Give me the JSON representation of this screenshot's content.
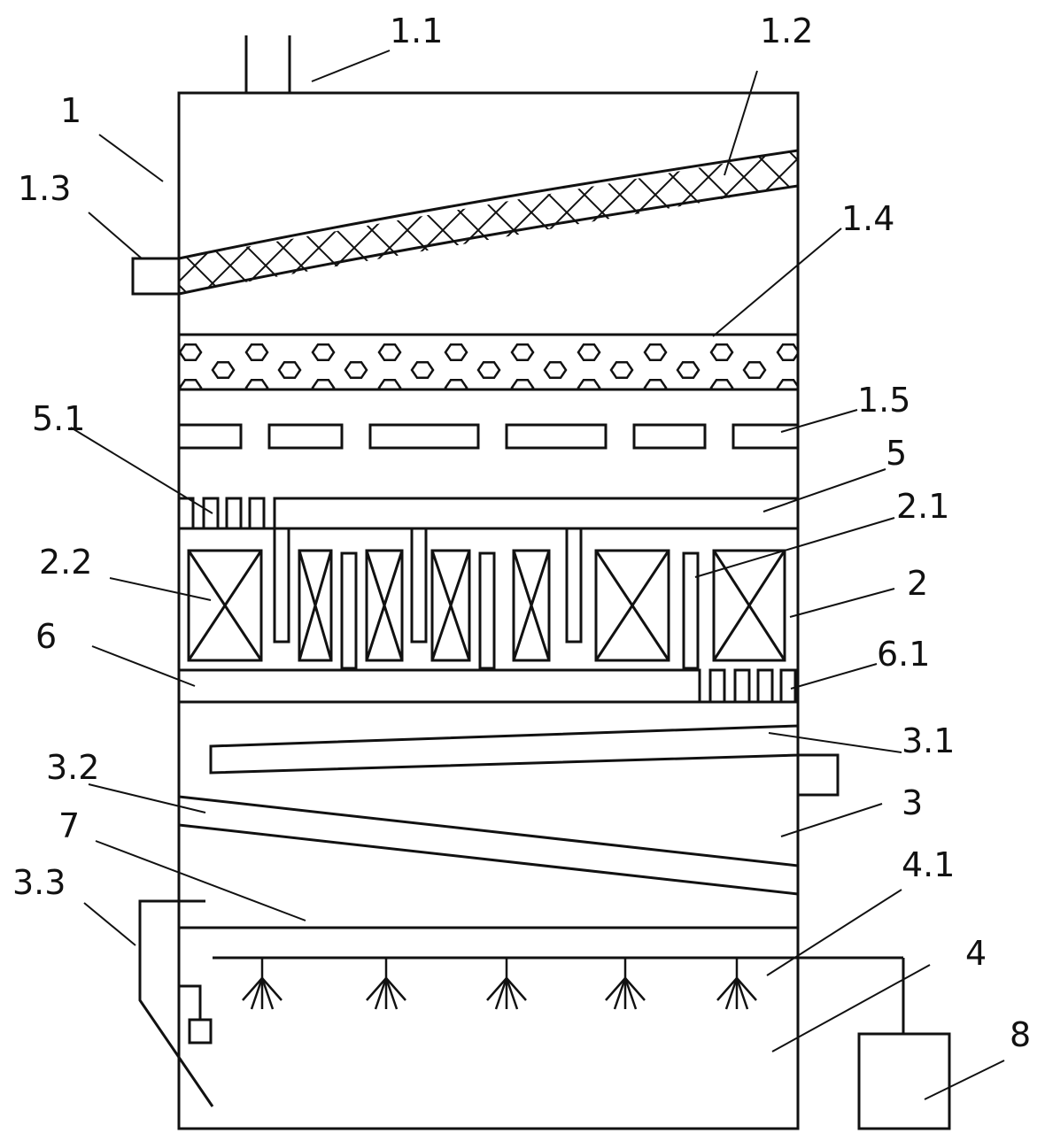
{
  "labels": {
    "l1": "1",
    "l1_1": "1.1",
    "l1_2": "1.2",
    "l1_3": "1.3",
    "l1_4": "1.4",
    "l1_5": "1.5",
    "l5_1": "5.1",
    "l5": "5",
    "l2_1": "2.1",
    "l2_2": "2.2",
    "l2": "2",
    "l6": "6",
    "l6_1": "6.1",
    "l3_1": "3.1",
    "l3_2": "3.2",
    "l3": "3",
    "l7": "7",
    "l3_3": "3.3",
    "l4_1": "4.1",
    "l4": "4",
    "l8": "8"
  }
}
